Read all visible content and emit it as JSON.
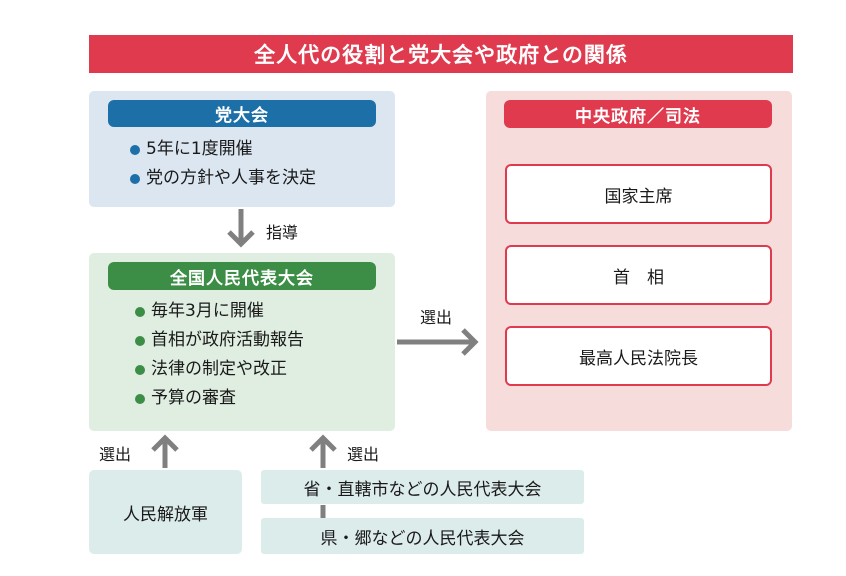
{
  "title": "全人代の役割と党大会や政府との関係",
  "party_congress": {
    "header": "党大会",
    "items": [
      "5年に1度開催",
      "党の方針や人事を決定"
    ]
  },
  "guidance_label": "指導",
  "npc": {
    "header": "全国人民代表大会",
    "items": [
      "毎年3月に開催",
      "首相が政府活動報告",
      "法律の制定や改正",
      "予算の審査"
    ]
  },
  "election_label_right": "選出",
  "government": {
    "header": "中央政府／司法",
    "boxes": [
      "国家主席",
      "首　相",
      "最高人民法院長"
    ]
  },
  "lower": {
    "pla": "人民解放軍",
    "pla_label": "選出",
    "provincial": "省・直轄市などの人民代表大会",
    "provincial_label": "選出",
    "county": "県・郷などの人民代表大会"
  },
  "colors": {
    "title_red": "#e03a4e",
    "party_blue": "#1d6fa8",
    "npc_green": "#3c8d46",
    "gov_pink": "#f6dcda",
    "arrow_gray": "#808080"
  }
}
